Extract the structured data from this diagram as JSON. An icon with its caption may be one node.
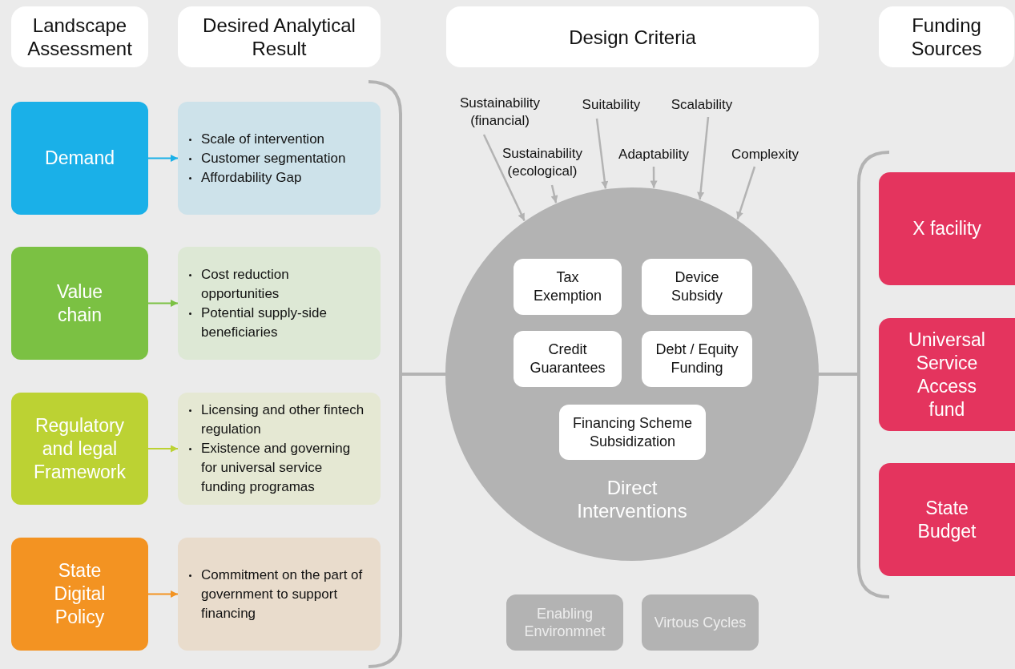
{
  "diagram": {
    "nodes": [
      {
        "text": [
          "Landscape Assessment"
        ]
      },
      {
        "text": [
          "Desired Analytical Result"
        ]
      },
      {
        "text": [
          "Design Criteria"
        ]
      },
      {
        "text": [
          "Funding Sources"
        ]
      },
      {
        "text": [
          "Demand"
        ]
      },
      {
        "text": [
          "Scale of intervention",
          "Customer segmentation",
          "Affordability Gap"
        ]
      },
      {
        "text": [
          "Value chain"
        ]
      },
      {
        "text": [
          "Cost reduction opportunities",
          "Potential supply-side beneficiaries"
        ]
      },
      {
        "text": [
          "Regulatory and legal Framework"
        ]
      },
      {
        "text": [
          "Licensing and other fintech regulation",
          "Existence and governing for universal service funding programas"
        ]
      },
      {
        "text": [
          "State Digital Policy"
        ]
      },
      {
        "text": [
          "Commitment on the part of government to support financing"
        ]
      },
      {
        "text": [
          "Direct Interventions"
        ]
      },
      {
        "text": [
          "Tax Exemption"
        ],
        "in": 12
      },
      {
        "text": [
          "Device Subsidy"
        ],
        "in": 12
      },
      {
        "text": [
          "Credit Guarantees"
        ],
        "in": 12
      },
      {
        "text": [
          "Debt / Equity Funding"
        ],
        "in": 12
      },
      {
        "text": [
          "Financing Scheme Subsidization"
        ],
        "in": 12
      },
      {
        "text": [
          "Sustainability (financial)"
        ]
      },
      {
        "text": [
          "Suitability"
        ]
      },
      {
        "text": [
          "Scalability"
        ]
      },
      {
        "text": [
          "Sustainability (ecological)"
        ]
      },
      {
        "text": [
          "Adaptability"
        ]
      },
      {
        "text": [
          "Complexity"
        ]
      },
      {
        "text": [
          "X facility"
        ]
      },
      {
        "text": [
          "Universal Service Access fund"
        ]
      },
      {
        "text": [
          "State Budget"
        ]
      },
      {
        "text": [
          "Enabling Environmnet"
        ]
      },
      {
        "text": [
          "Virtous Cycles"
        ]
      }
    ],
    "edges": [
      {
        "from": 4,
        "to": 5,
        "arrow": "to",
        "color": "#1ab0e8"
      },
      {
        "from": 6,
        "to": 7,
        "arrow": "to",
        "color": "#7bc143"
      },
      {
        "from": 8,
        "to": 9,
        "arrow": "to",
        "color": "#bcd233"
      },
      {
        "from": 10,
        "to": 11,
        "arrow": "to",
        "color": "#f39322"
      },
      {
        "from": 18,
        "to": 12,
        "arrow": "to"
      },
      {
        "from": 19,
        "to": 12,
        "arrow": "to"
      },
      {
        "from": 20,
        "to": 12,
        "arrow": "to"
      },
      {
        "from": 21,
        "to": 12,
        "arrow": "to"
      },
      {
        "from": 22,
        "to": 12,
        "arrow": "to"
      },
      {
        "from": 23,
        "to": 12,
        "arrow": "to"
      }
    ]
  }
}
